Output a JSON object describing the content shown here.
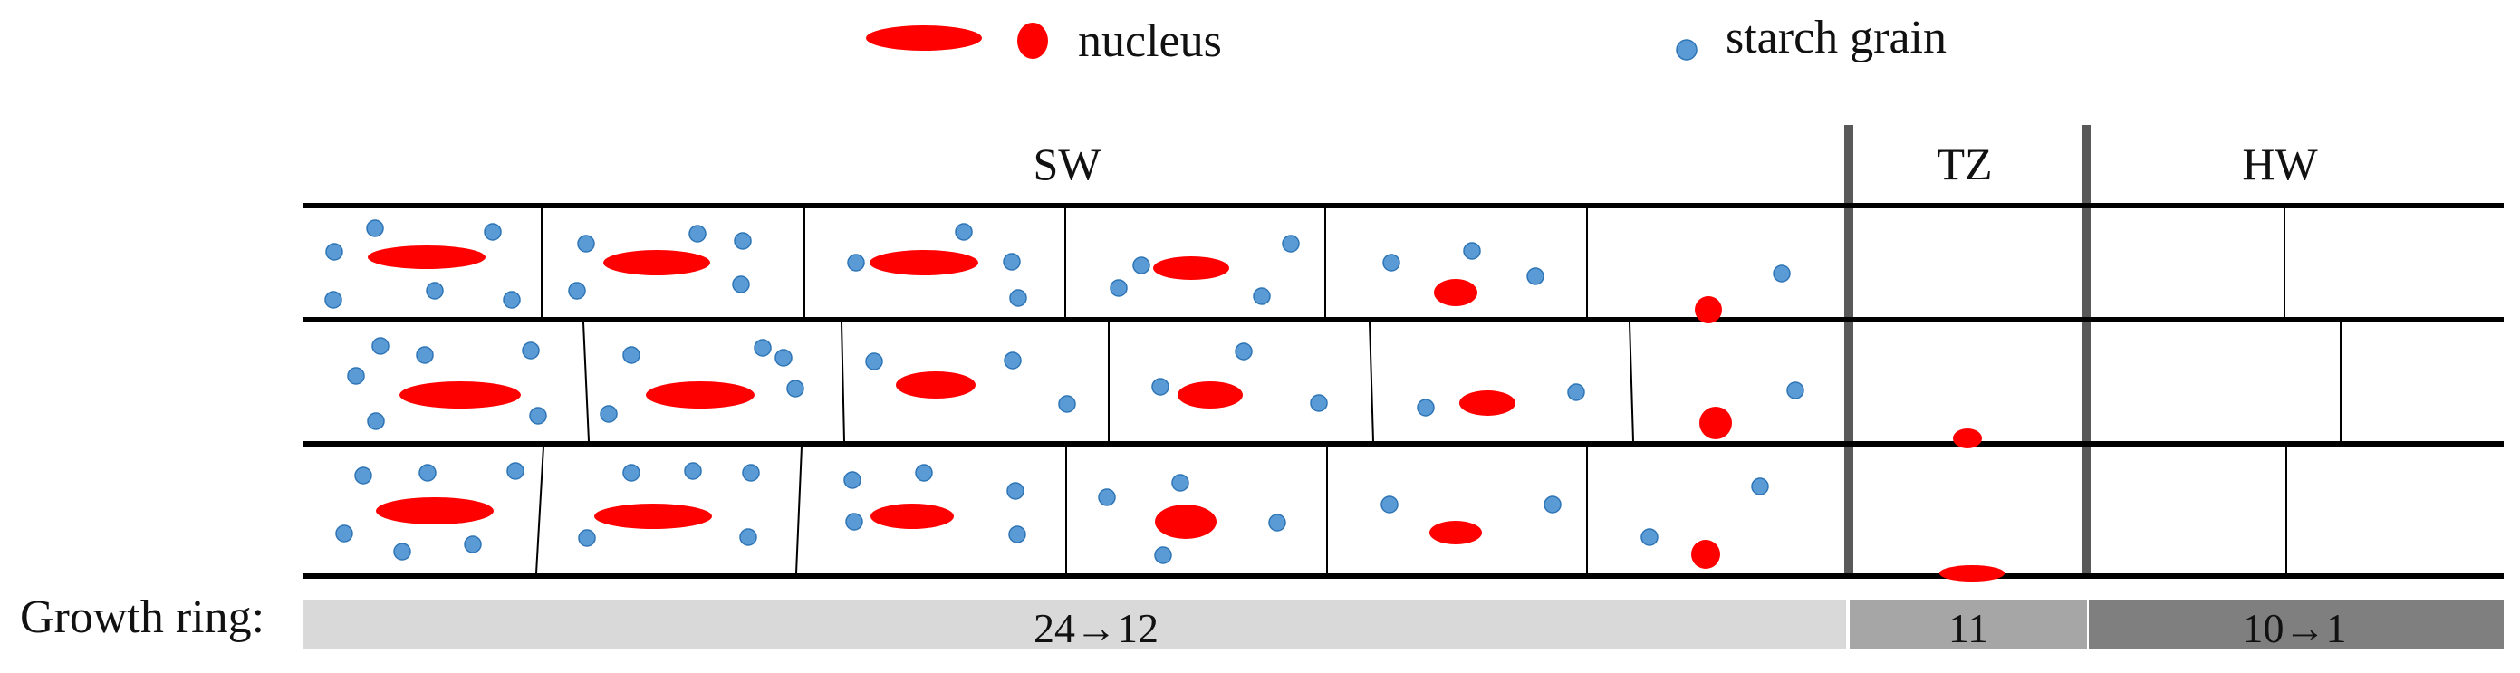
{
  "legend": {
    "nucleus_label": "nucleus",
    "starch_label": "starch grain"
  },
  "zones": [
    {
      "id": "sw",
      "label": "SW"
    },
    {
      "id": "tz",
      "label": "TZ"
    },
    {
      "id": "hw",
      "label": "HW"
    }
  ],
  "growth_ring": {
    "label": "Growth ring:",
    "segments": [
      {
        "zone": "sw",
        "text": "24→12"
      },
      {
        "zone": "tz",
        "text": "11"
      },
      {
        "zone": "hw",
        "text": "10→1"
      }
    ]
  },
  "colors": {
    "nucleus": "#ff0000",
    "starch": "#5b9bd5",
    "starch_edge": "#2e75b6",
    "line": "#000000",
    "divider": "#595959",
    "bar_sw": "#d9d9d9",
    "bar_tz": "#a6a6a6",
    "bar_hw": "#7f7f7f"
  }
}
